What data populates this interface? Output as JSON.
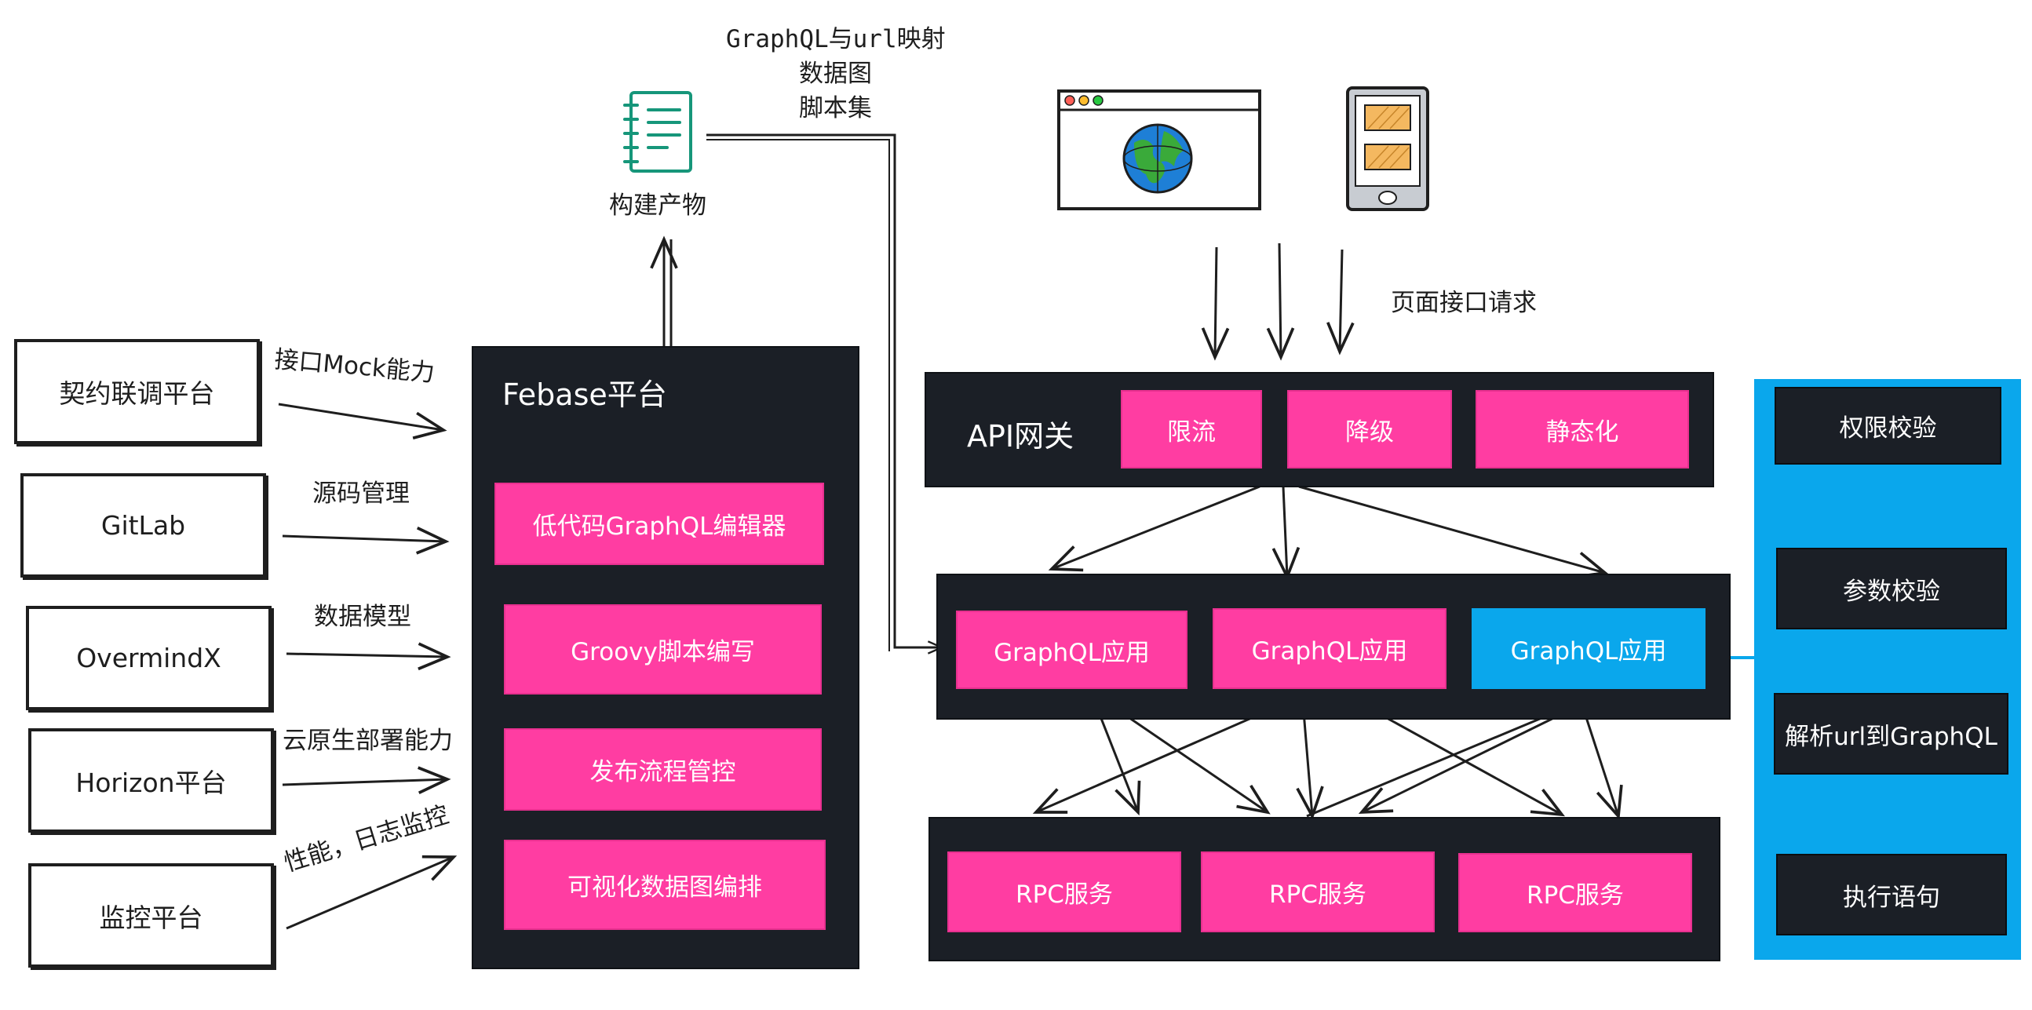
{
  "sources": [
    {
      "name": "契约联调平台",
      "edge": "接口Mock能力"
    },
    {
      "name": "GitLab",
      "edge": "源码管理"
    },
    {
      "name": "OvermindX",
      "edge": "数据模型"
    },
    {
      "name": "Horizon平台",
      "edge": "云原生部署能力"
    },
    {
      "name": "监控平台",
      "edge": "性能，日志监控"
    }
  ],
  "febase": {
    "title": "Febase平台",
    "items": [
      "低代码GraphQL编辑器",
      "Groovy脚本编写",
      "发布流程管控",
      "可视化数据图编排"
    ]
  },
  "artifact": {
    "label": "构建产物",
    "notes": [
      "GraphQL与url映射",
      "数据图",
      "脚本集"
    ]
  },
  "clients": {
    "request_label": "页面接口请求"
  },
  "gateway": {
    "title": "API网关",
    "features": [
      "限流",
      "降级",
      "静态化"
    ]
  },
  "graphql_apps": [
    "GraphQL应用",
    "GraphQL应用",
    "GraphQL应用"
  ],
  "rpc_services": [
    "RPC服务",
    "RPC服务",
    "RPC服务"
  ],
  "pipeline": {
    "steps": [
      "权限校验",
      "参数校验",
      "解析url到GraphQL",
      "执行语句"
    ]
  },
  "colors": {
    "panel": "#1b1f26",
    "pink": "#ff3da2",
    "blue": "#0aa7ec",
    "doc_icon": "#16967a"
  }
}
